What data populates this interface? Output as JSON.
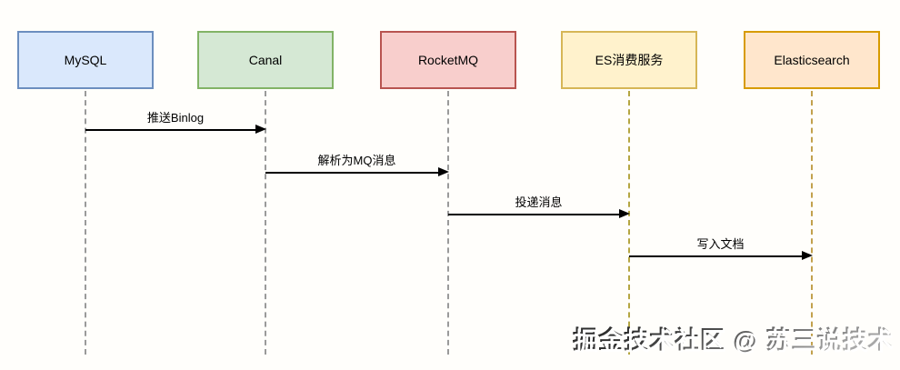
{
  "diagram": {
    "type": "sequence-diagram",
    "actors": [
      {
        "label": "MySQL",
        "fill": "#dae8fc",
        "stroke": "#6c8ebf",
        "lifeline_color": "#9a9a9a"
      },
      {
        "label": "Canal",
        "fill": "#d5e8d4",
        "stroke": "#82b366",
        "lifeline_color": "#9a9a9a"
      },
      {
        "label": "RocketMQ",
        "fill": "#f8cecc",
        "stroke": "#b85450",
        "lifeline_color": "#9a9a9a"
      },
      {
        "label": "ES消费服务",
        "fill": "#fff2cc",
        "stroke": "#d6b656",
        "lifeline_color": "#b5a642"
      },
      {
        "label": "Elasticsearch",
        "fill": "#ffe6cc",
        "stroke": "#d79b00",
        "lifeline_color": "#c2a14d"
      }
    ],
    "messages": [
      {
        "from": "MySQL",
        "to": "Canal",
        "label": "推送Binlog"
      },
      {
        "from": "Canal",
        "to": "RocketMQ",
        "label": "解析为MQ消息"
      },
      {
        "from": "RocketMQ",
        "to": "ES消费服务",
        "label": "投递消息"
      },
      {
        "from": "ES消费服务",
        "to": "Elasticsearch",
        "label": "写入文档"
      }
    ],
    "arrow_color": "#000000"
  },
  "watermark": {
    "text": "掘金技术社区 @ 苏三说技术"
  }
}
